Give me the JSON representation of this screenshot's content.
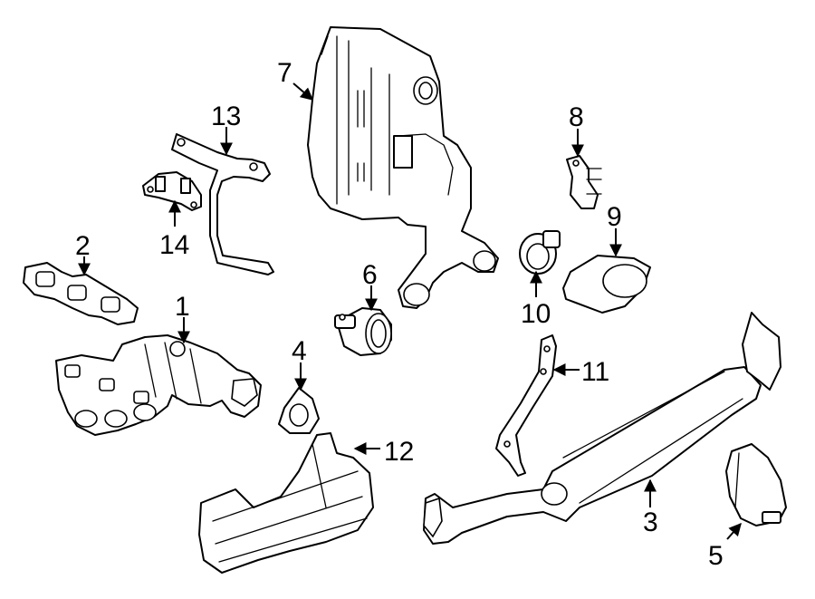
{
  "diagram": {
    "callouts": [
      {
        "id": "1",
        "label": "1"
      },
      {
        "id": "2",
        "label": "2"
      },
      {
        "id": "3",
        "label": "3"
      },
      {
        "id": "4",
        "label": "4"
      },
      {
        "id": "5",
        "label": "5"
      },
      {
        "id": "6",
        "label": "6"
      },
      {
        "id": "7",
        "label": "7"
      },
      {
        "id": "8",
        "label": "8"
      },
      {
        "id": "9",
        "label": "9"
      },
      {
        "id": "10",
        "label": "10"
      },
      {
        "id": "11",
        "label": "11"
      },
      {
        "id": "12",
        "label": "12"
      },
      {
        "id": "13",
        "label": "13"
      },
      {
        "id": "14",
        "label": "14"
      }
    ],
    "colors": {
      "line": "#000000",
      "background": "#ffffff"
    }
  }
}
